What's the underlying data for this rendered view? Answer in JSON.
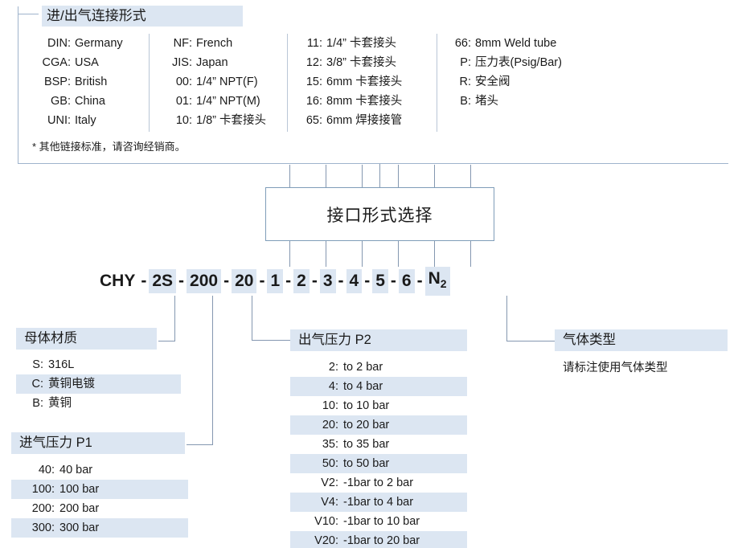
{
  "top_panel": {
    "title": "进/出气连接形式",
    "note": "* 其他链接标准，请咨询经销商。",
    "columns": [
      {
        "items": [
          {
            "key": "DIN:",
            "value": "Germany"
          },
          {
            "key": "CGA:",
            "value": "USA"
          },
          {
            "key": "BSP:",
            "value": "British"
          },
          {
            "key": "GB:",
            "value": "China"
          },
          {
            "key": "UNI:",
            "value": "Italy"
          }
        ]
      },
      {
        "items": [
          {
            "key": "NF:",
            "value": "French"
          },
          {
            "key": "JIS:",
            "value": "Japan"
          },
          {
            "key": "00:",
            "value": "1/4” NPT(F)"
          },
          {
            "key": "01:",
            "value": "1/4” NPT(M)"
          },
          {
            "key": "10:",
            "value": "1/8” 卡套接头"
          }
        ]
      },
      {
        "items": [
          {
            "key": "11:",
            "value": "1/4” 卡套接头"
          },
          {
            "key": "12:",
            "value": "3/8” 卡套接头"
          },
          {
            "key": "15:",
            "value": "6mm 卡套接头"
          },
          {
            "key": "16:",
            "value": "8mm 卡套接头"
          },
          {
            "key": "65:",
            "value": "6mm 焊接接管"
          }
        ]
      },
      {
        "items": [
          {
            "key": "66:",
            "value": "8mm Weld tube"
          },
          {
            "key": "P:",
            "value": "压力表(Psig/Bar)"
          },
          {
            "key": "R:",
            "value": "安全阀"
          },
          {
            "key": "B:",
            "value": "堵头"
          }
        ]
      }
    ]
  },
  "interface_box": {
    "label": "接口形式选择"
  },
  "model_code": {
    "segments": [
      {
        "text": "CHY",
        "highlight": false
      },
      {
        "text": "-",
        "dash": true
      },
      {
        "text": "2S",
        "highlight": true
      },
      {
        "text": "-",
        "dash": true
      },
      {
        "text": "200",
        "highlight": true
      },
      {
        "text": "-",
        "dash": true
      },
      {
        "text": "20",
        "highlight": true
      },
      {
        "text": "-",
        "dash": true
      },
      {
        "text": "1",
        "highlight": true
      },
      {
        "text": "-",
        "dash": true
      },
      {
        "text": "2",
        "highlight": true
      },
      {
        "text": "-",
        "dash": true
      },
      {
        "text": "3",
        "highlight": true
      },
      {
        "text": "-",
        "dash": true
      },
      {
        "text": "4",
        "highlight": true
      },
      {
        "text": "-",
        "dash": true
      },
      {
        "text": "5",
        "highlight": true
      },
      {
        "text": "-",
        "dash": true
      },
      {
        "text": "6",
        "highlight": true
      },
      {
        "text": "-",
        "dash": true
      },
      {
        "text": "N",
        "highlight": true,
        "sub": "2"
      }
    ]
  },
  "body_material": {
    "title": "母体材质",
    "items": [
      {
        "key": "S:",
        "value": "316L"
      },
      {
        "key": "C:",
        "value": "黄铜电镀"
      },
      {
        "key": "B:",
        "value": "黄铜"
      }
    ]
  },
  "inlet_pressure": {
    "title": "进气压力 P1",
    "items": [
      {
        "key": "40:",
        "value": "40 bar"
      },
      {
        "key": "100:",
        "value": "100 bar"
      },
      {
        "key": "200:",
        "value": "200 bar"
      },
      {
        "key": "300:",
        "value": "300 bar"
      }
    ]
  },
  "outlet_pressure": {
    "title": "出气压力 P2",
    "items": [
      {
        "key": "2:",
        "value": "to 2 bar"
      },
      {
        "key": "4:",
        "value": "to 4 bar"
      },
      {
        "key": "10:",
        "value": "to 10 bar"
      },
      {
        "key": "20:",
        "value": "to 20 bar"
      },
      {
        "key": "35:",
        "value": "to 35 bar"
      },
      {
        "key": "50:",
        "value": "to 50 bar"
      },
      {
        "key": "V2:",
        "value": "-1bar to 2 bar"
      },
      {
        "key": "V4:",
        "value": "-1bar to 4 bar"
      },
      {
        "key": "V10:",
        "value": "-1bar to 10 bar"
      },
      {
        "key": "V20:",
        "value": "-1bar to 20 bar"
      }
    ]
  },
  "gas_type": {
    "title": "气体类型",
    "note": "请标注使用气体类型"
  },
  "colors": {
    "highlight": "#dce6f2",
    "line": "#8497b0",
    "panel_border": "#9fb4cc",
    "box_border": "#7f9db9",
    "text": "#1a1a1a"
  }
}
